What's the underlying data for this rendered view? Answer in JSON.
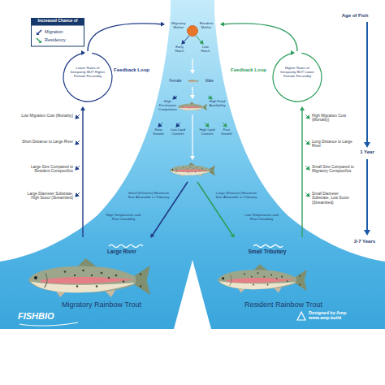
{
  "diagram": {
    "nodes": [
      {
        "text": [
          "Feedback Loop",
          "Lower Rates of Iteroparity BUT Higher Female Fecundity"
        ]
      },
      {
        "text": [
          "Feedback Loop",
          "Higher Rates of Iteroparity BUT Lower Female Fecundity"
        ]
      }
    ],
    "labels": [
      "Increased Chance of",
      "Migratory Mother",
      "Resident Mother",
      "Early Hatch",
      "Late Hatch",
      "Female",
      "Male",
      "High Freshwater Competition",
      "High Food Availability",
      "Slow Growth",
      "Low Lipid Content",
      "High Lipid Content",
      "Fast Growth",
      "Small (Relative) Maximum Size Attainable in Tributary",
      "Large (Relative) Maximum Size Attainable in Tributary",
      "High Temperature and Flow Variability",
      "Low Temperature and Flow Variability",
      "Low Migration Cost (Mortality)",
      "Short Distance to Large River",
      "Large Size Compared to Resident Conspecifics",
      "Large Diameter Substrate, High Scour (Streambed)",
      "High Migration Cost (Mortality)",
      "Long Distance to Large River",
      "Small Size Compared to Migratory Conspecifics",
      "Small Diameter Substrate, Low Scour (Streambed)",
      "Large River",
      "Small Tributary",
      "Migratory Rainbow Trout",
      "Resident Rainbow Trout",
      "Age of Fish",
      "1 Year",
      "2-7 Years",
      "FISHBIO",
      "Designed by Amp www.amp.build"
    ],
    "legend": [
      {
        "text": "Migration",
        "color": "#1f3c88"
      },
      {
        "text": "Residency",
        "color": "#2f9e5e"
      }
    ]
  }
}
